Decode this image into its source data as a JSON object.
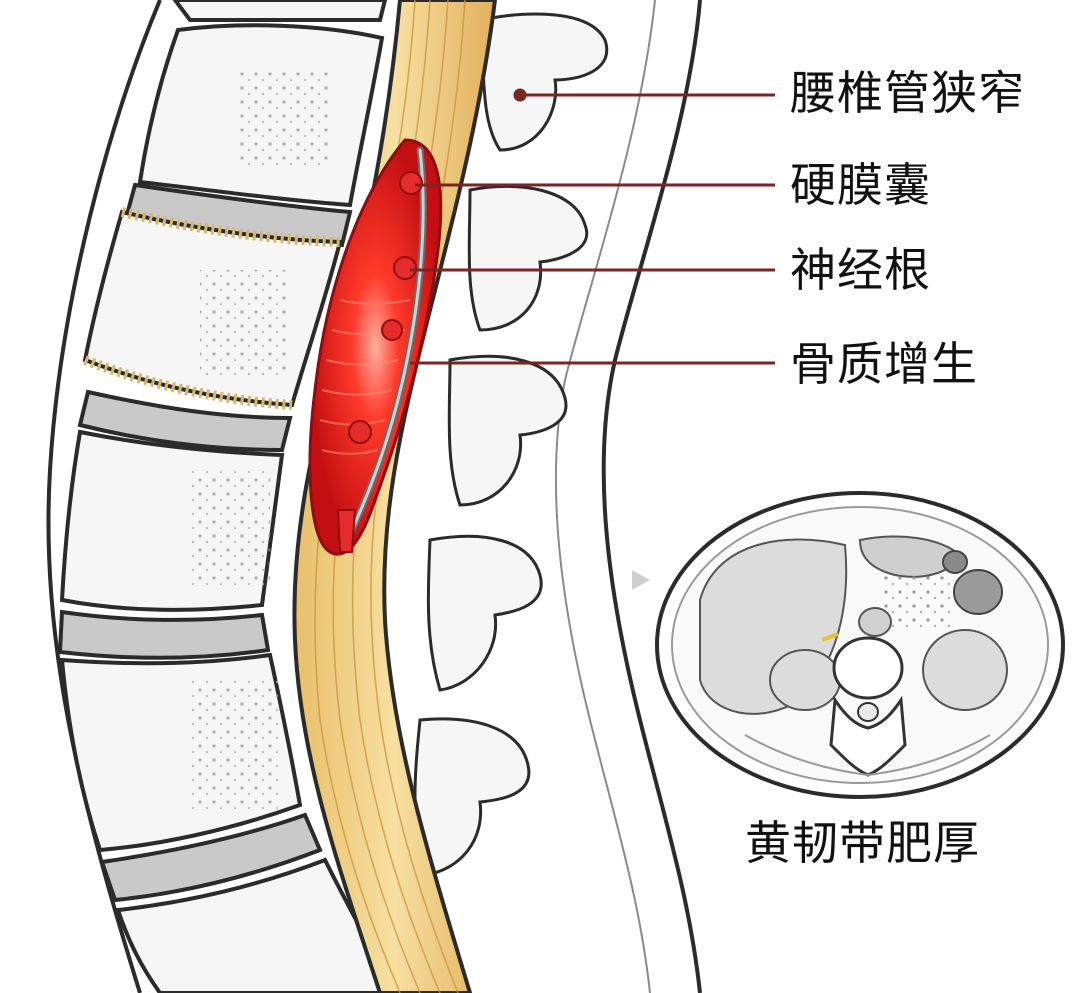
{
  "labels": {
    "spinal_stenosis": "腰椎管狭窄",
    "dural_sac": "硬膜囊",
    "nerve_root": "神经根",
    "osteophyte": "骨质增生",
    "ligamentum_flavum_hypertrophy": "黄韧带肥厚"
  },
  "colors": {
    "background": "#ffffff",
    "outline": "#2b2b2b",
    "bone_fill": "#f6f6f6",
    "disc_fill": "#c9c9c9",
    "canal_yellow": "#f0d68f",
    "canal_stripe": "#c9953a",
    "inflamed_red": "#e41f1f",
    "leader_line": "#7a2424",
    "section_gray": "#bdbdbd"
  }
}
